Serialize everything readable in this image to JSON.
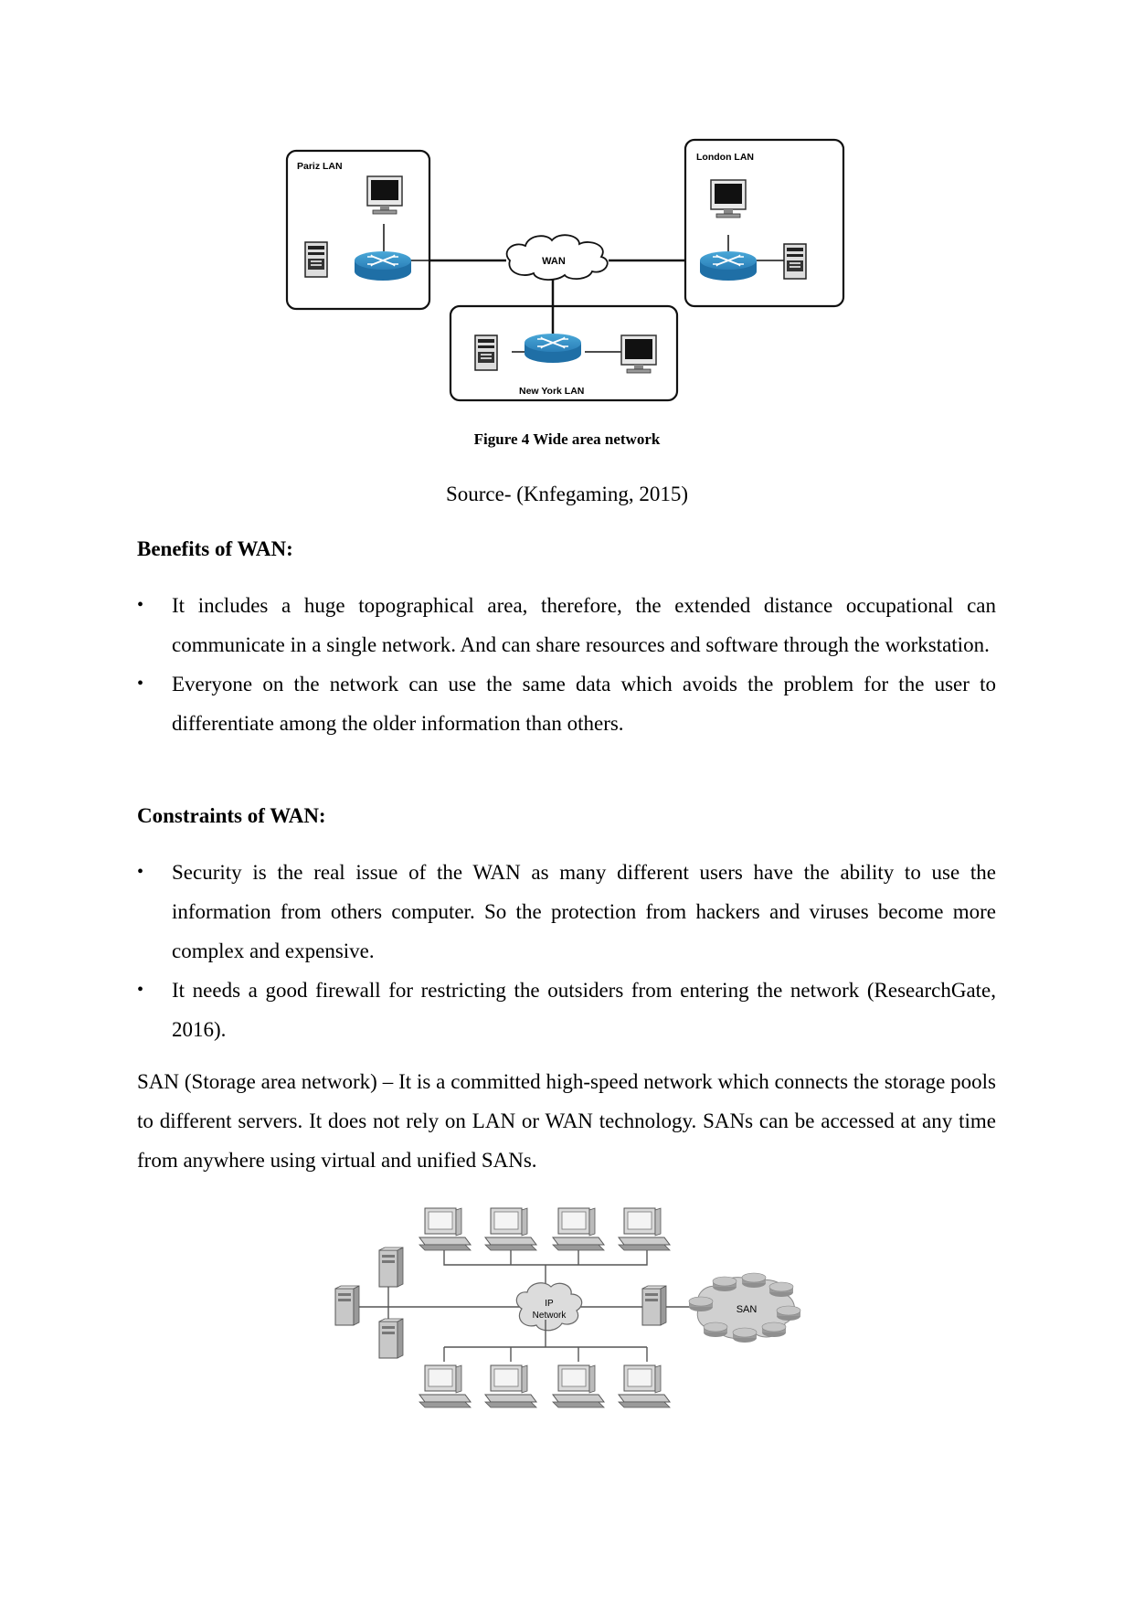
{
  "figure_wan": {
    "lan_paris": "Pariz LAN",
    "lan_london": "London LAN",
    "lan_newyork": "New York LAN",
    "cloud": "WAN",
    "caption": "Figure 4 Wide area network",
    "source": "Source- (Knfegaming, 2015)"
  },
  "benefits": {
    "heading": "Benefits of WAN:",
    "items": [
      "It includes a huge topographical area, therefore, the extended distance occupational can communicate in a single network. And can share resources and software through the workstation.",
      "Everyone on the network can use the same data which avoids the problem for the user to differentiate among the older information than others."
    ]
  },
  "constraints": {
    "heading": "Constraints of WAN:",
    "items": [
      "Security is the real issue of the WAN as many different users have the ability to use the information from others computer. So the protection from hackers and viruses become more complex and expensive.",
      "It needs a good firewall for restricting the outsiders from entering the network (ResearchGate, 2016)."
    ]
  },
  "san_paragraph": "SAN (Storage area network) – It is a committed high-speed network which connects the storage pools to different servers. It does not rely on LAN or WAN technology. SANs can be accessed at any time from anywhere using virtual and unified SANs.",
  "figure_san": {
    "cloud_line1": "IP",
    "cloud_line2": "Network",
    "san_label": "SAN"
  },
  "bullet_glyph": "•"
}
